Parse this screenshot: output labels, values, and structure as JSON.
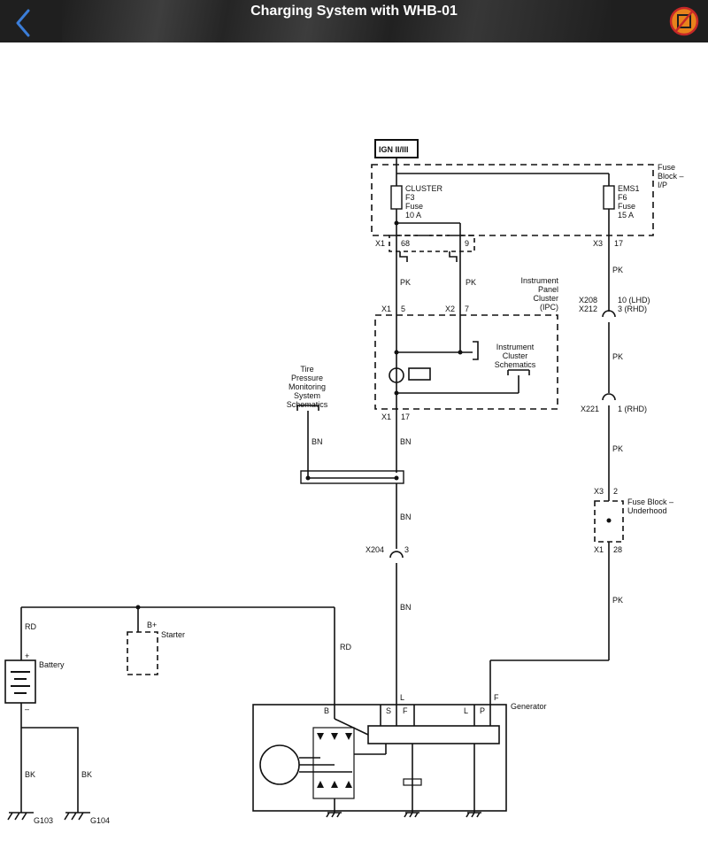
{
  "header": {
    "title": "Charging System with WHB-01",
    "back_icon": "back-chevron-icon",
    "right_icon": "no-edit-icon",
    "accent_color": "#3b7dd8",
    "badge_color": "#e8831c"
  },
  "diagram": {
    "ign_label": "IGN II/III",
    "fuse_block_ip": [
      "Fuse",
      "Block –",
      "I/P"
    ],
    "cluster_fuse": [
      "CLUSTER",
      "F3",
      "Fuse",
      "10 A"
    ],
    "ems_fuse": [
      "EMS1",
      "F6",
      "Fuse",
      "15 A"
    ],
    "x1": "X1",
    "x1_pin_68": "68",
    "pin_9": "9",
    "x3": "X3",
    "x3_pin_17": "17",
    "pk": "PK",
    "ipc_label": [
      "Instrument",
      "Panel",
      "Cluster",
      "(IPC)"
    ],
    "x1_pin_5": "5",
    "x2": "X2",
    "x2_pin_7": "7",
    "x208": "X208",
    "x212": "X212",
    "x208_pin": "10 (LHD)",
    "x212_pin": "3 (RHD)",
    "instrument_cluster_schematics": [
      "Instrument",
      "Cluster",
      "Schematics"
    ],
    "tpms_label": [
      "Tire",
      "Pressure",
      "Monitoring",
      "System",
      "Schematics"
    ],
    "x1_pin_17": "17",
    "x221": "X221",
    "x221_pin": "1 (RHD)",
    "bn": "BN",
    "x3_pin_2": "2",
    "fuse_block_underhood": [
      "Fuse Block –",
      "Underhood"
    ],
    "x1_pin_28": "28",
    "x204": "X204",
    "x204_pin": "3",
    "rd": "RD",
    "b_plus": "B+",
    "starter": "Starter",
    "battery": "Battery",
    "plus": "+",
    "minus": "–",
    "gen_l": "L",
    "gen_f": "F",
    "generator": "Generator",
    "term_b": "B",
    "term_s": "S",
    "term_f": "F",
    "term_l": "L",
    "term_p": "P",
    "bk": "BK",
    "g103": "G103",
    "g104": "G104"
  }
}
